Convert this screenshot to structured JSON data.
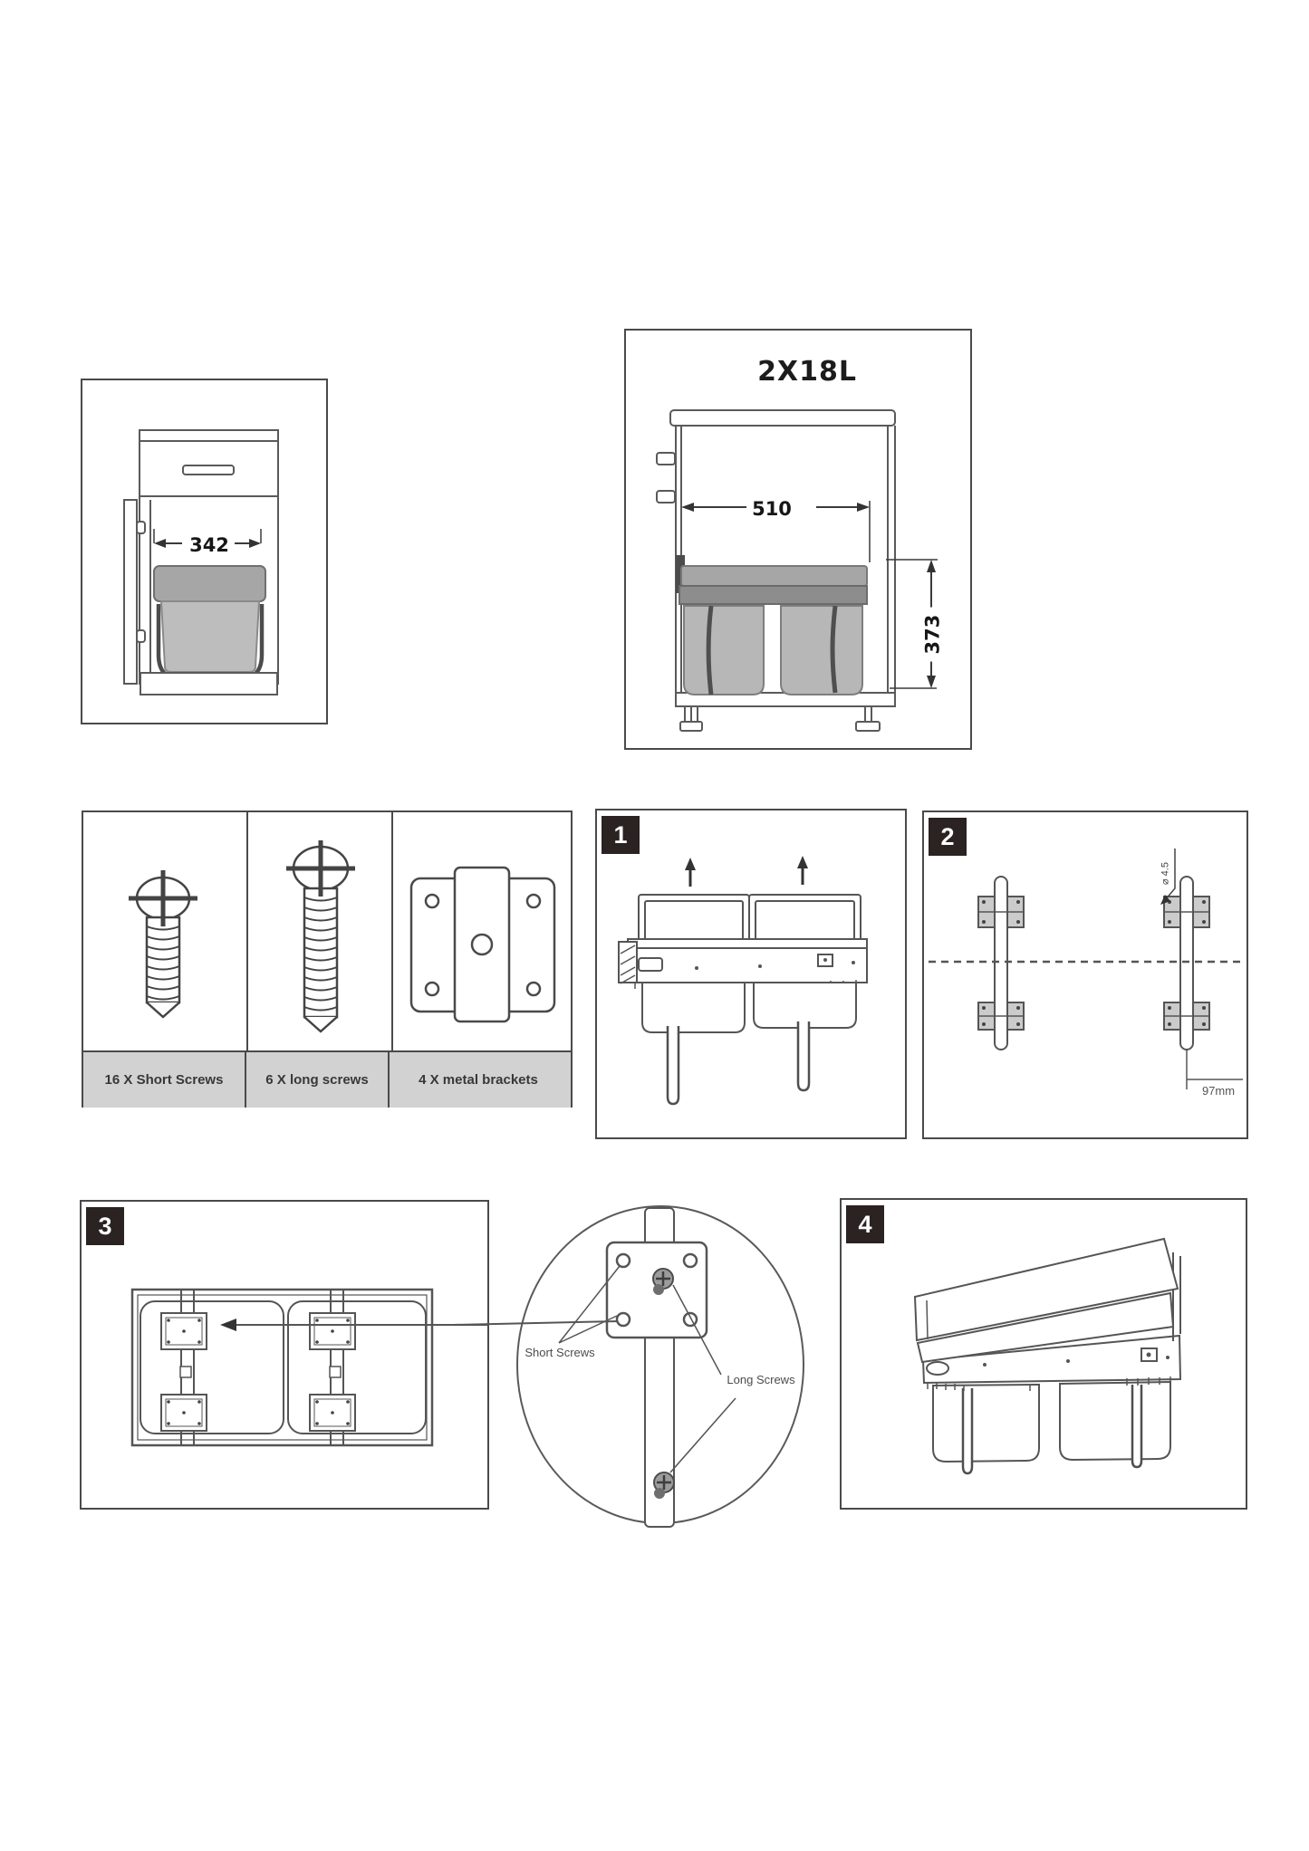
{
  "overview": {
    "closed_view": {
      "width_dim": "342"
    },
    "open_view": {
      "title": "2X18L",
      "width_dim": "510",
      "height_dim": "373"
    }
  },
  "hardware": {
    "items": [
      {
        "id": "short-screw",
        "label": "16 X Short Screws"
      },
      {
        "id": "long-screw",
        "label": "6 X long screws"
      },
      {
        "id": "metal-bracket",
        "label": "4 X metal brackets"
      }
    ]
  },
  "steps": {
    "step1": {
      "number": "1"
    },
    "step2": {
      "number": "2",
      "hole_note": "⌀ 4.5",
      "offset_note": "97mm"
    },
    "step3": {
      "number": "3"
    },
    "step4": {
      "number": "4"
    }
  },
  "detail": {
    "short_label": "Short Screws",
    "long_label": "Long Screws"
  },
  "colors": {
    "line": "#555555",
    "badge_bg": "#2a2321",
    "badge_text": "#ffffff",
    "caption_bg": "#d2d2d2",
    "lid_fill": "#a6a6a6",
    "band_fill": "#8d8d8d",
    "bin_fill": "#b7b7b7"
  }
}
